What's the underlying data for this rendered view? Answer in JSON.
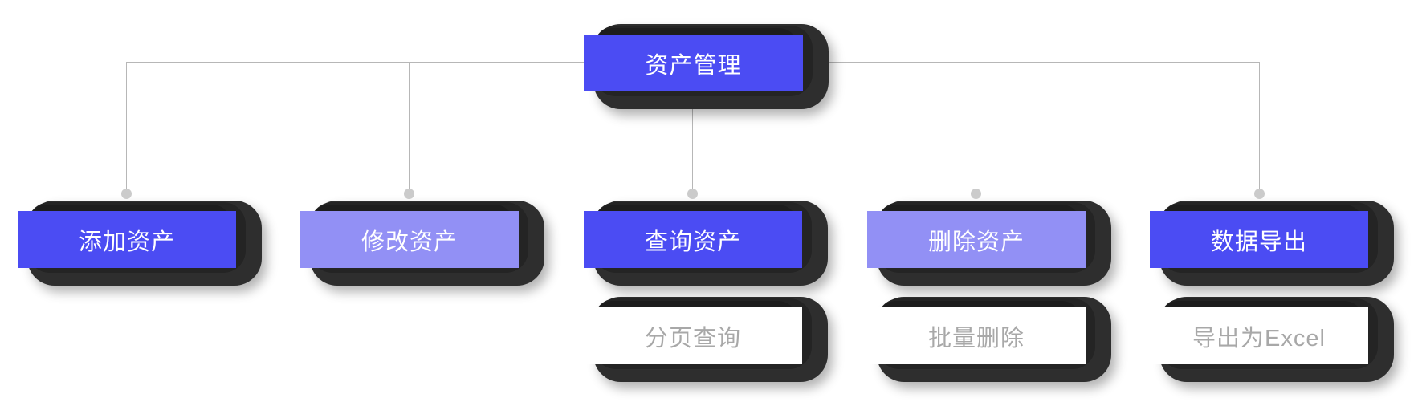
{
  "diagram": {
    "root": {
      "label": "资产管理",
      "variant": "blue"
    },
    "children": [
      {
        "label": "添加资产",
        "variant": "blue"
      },
      {
        "label": "修改资产",
        "variant": "purple"
      },
      {
        "label": "查询资产",
        "variant": "blue",
        "sub": {
          "label": "分页查询"
        }
      },
      {
        "label": "删除资产",
        "variant": "purple",
        "sub": {
          "label": "批量删除"
        }
      },
      {
        "label": "数据导出",
        "variant": "blue",
        "sub": {
          "label": "导出为Excel"
        }
      }
    ],
    "colors": {
      "primary_blue": "#4b4cf3",
      "light_purple": "#9290f5",
      "sub_text_gray": "#a8a8a8",
      "connector_gray": "#b7b7b7",
      "dot_gray": "#cbcbcb",
      "shadow_dark": "#1d1d1d",
      "background": "#ffffff"
    }
  }
}
